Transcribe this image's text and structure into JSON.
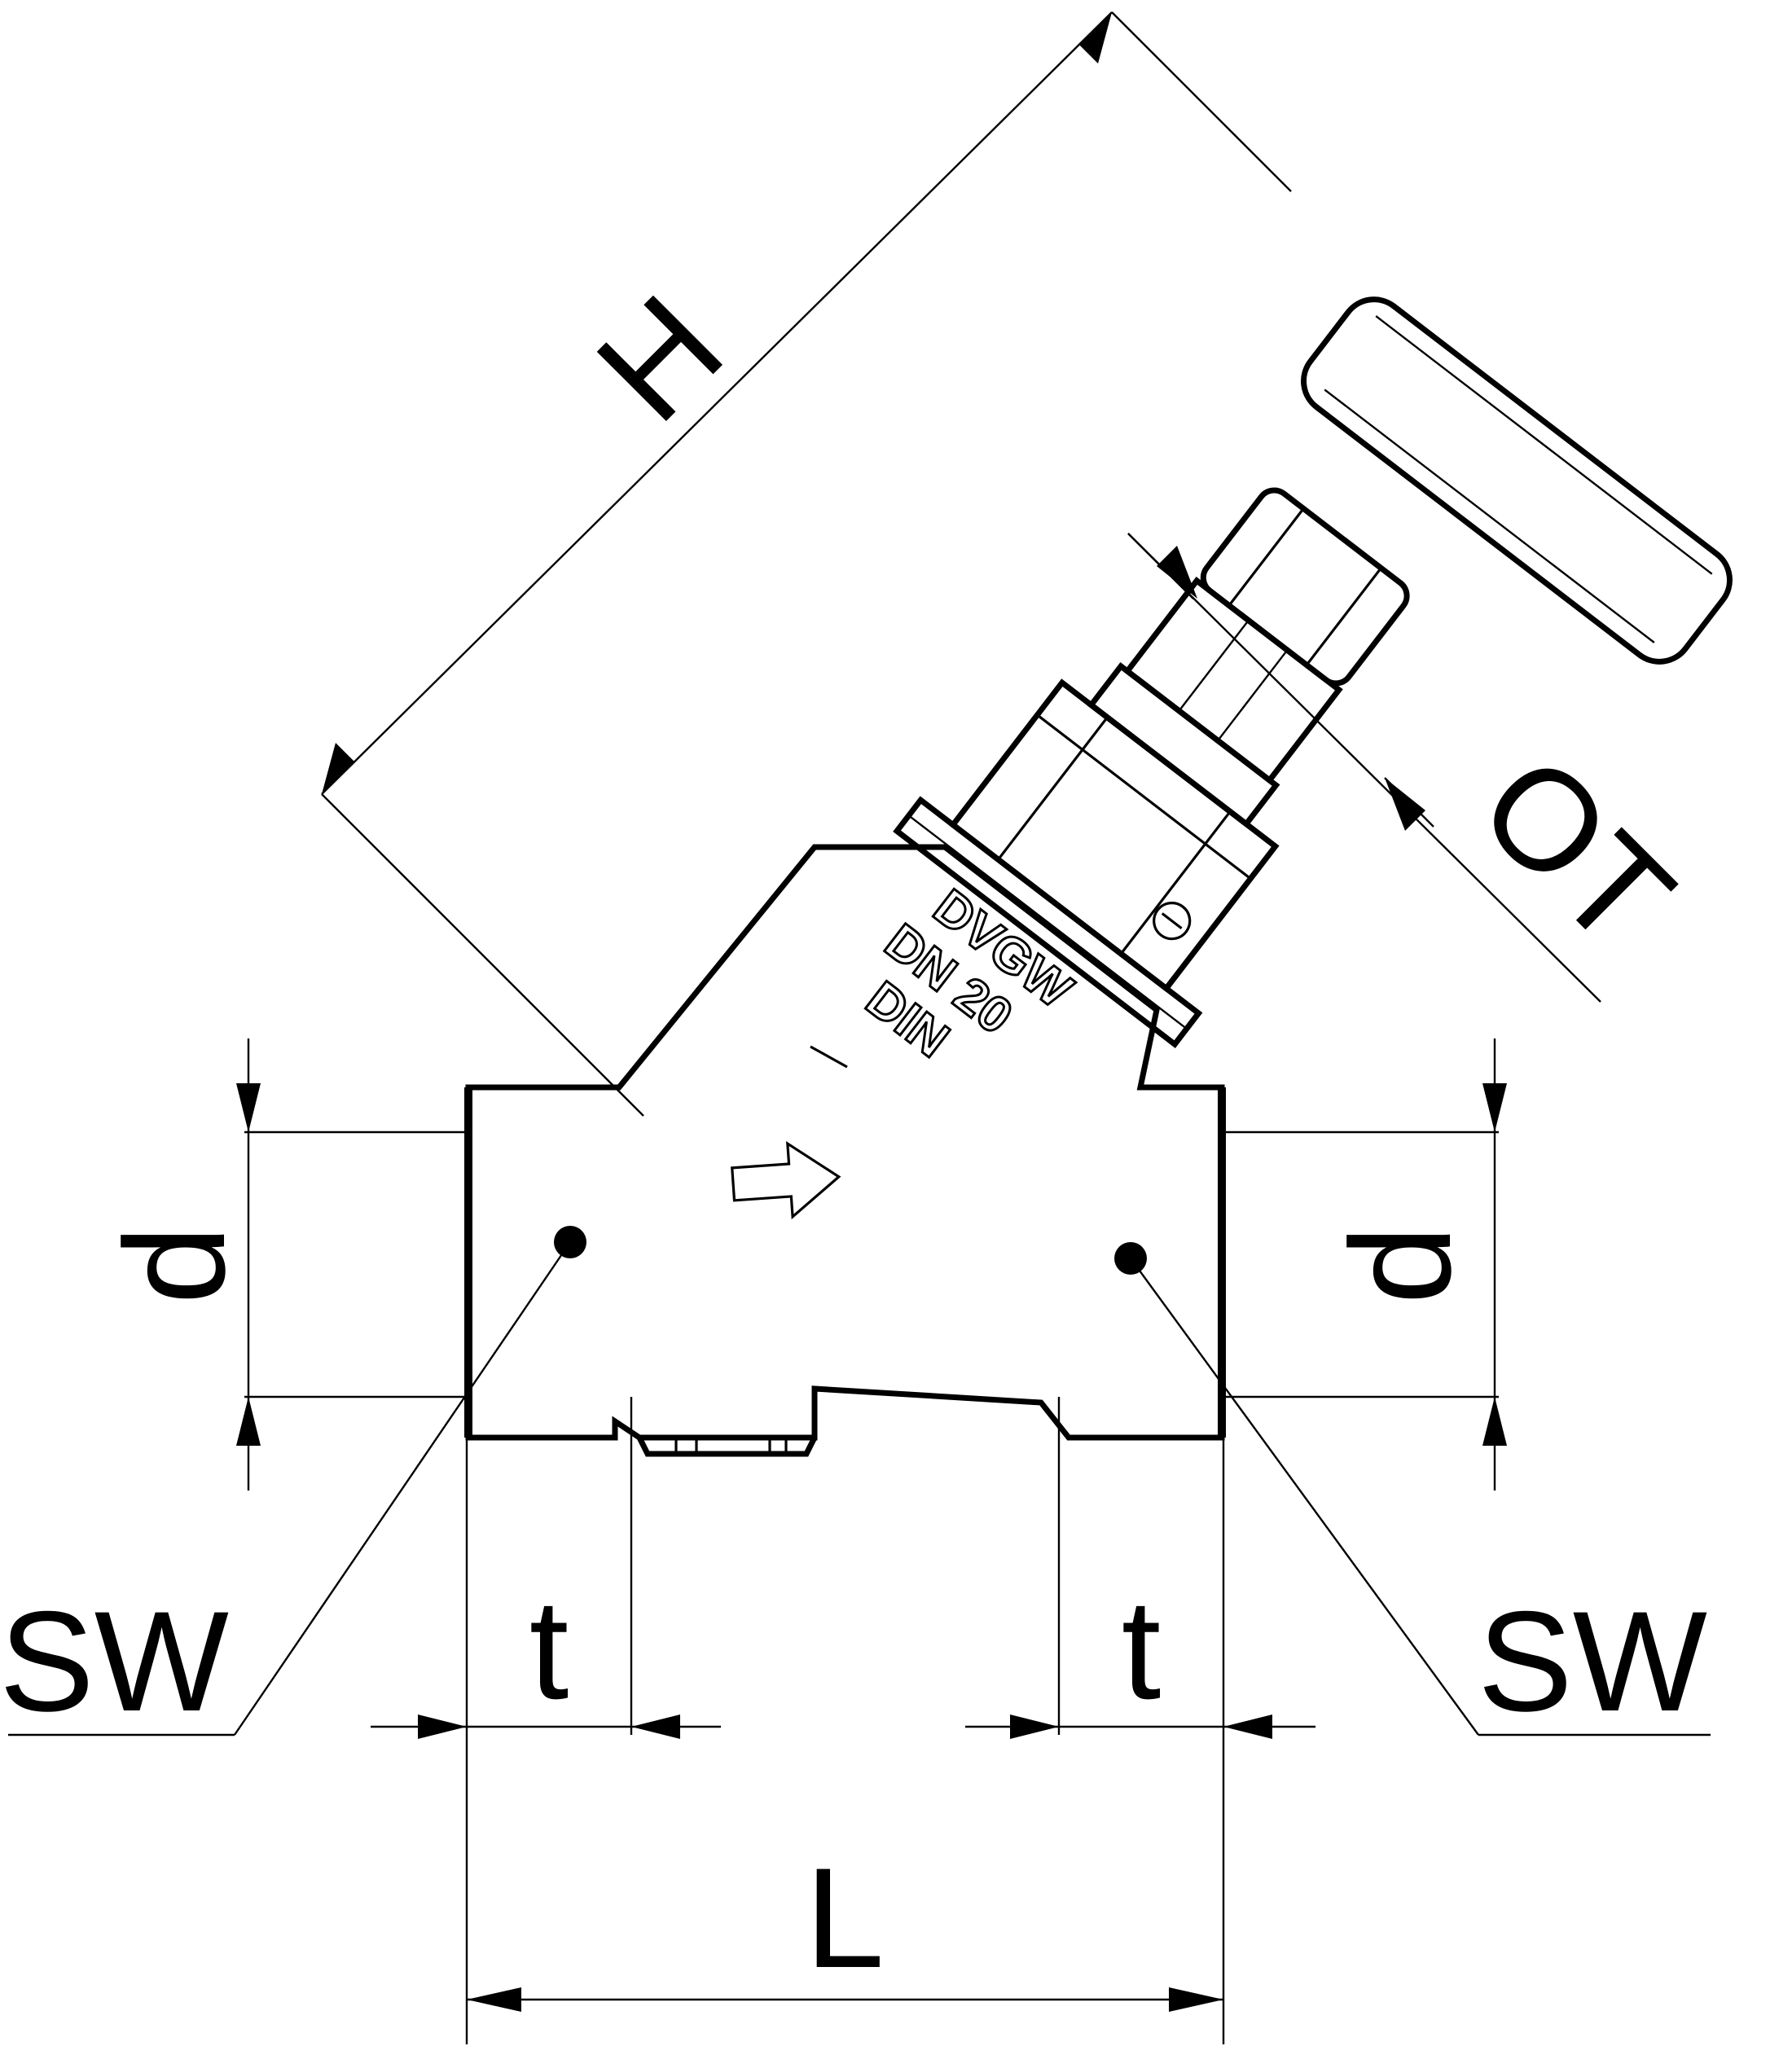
{
  "dimensions": {
    "height": "H",
    "operating_travel": "OT",
    "diameter_left": "d",
    "diameter_right": "d",
    "wrench_size_left": "SW",
    "wrench_size_right": "SW",
    "insertion_depth_left": "t",
    "insertion_depth_right": "t",
    "length": "L"
  },
  "body_markings": {
    "certification": "DVGW",
    "nominal_size": "DN 20",
    "standard": "DIN"
  },
  "icons": [
    "flow-direction-arrow-icon"
  ]
}
